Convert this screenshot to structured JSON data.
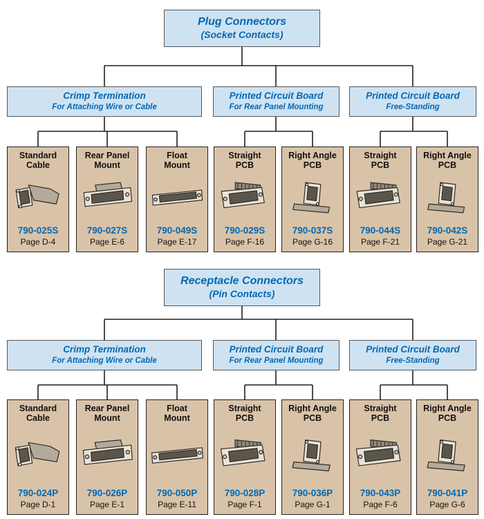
{
  "colors": {
    "blue_text": "#0069b4",
    "box_bg": "#cfe2f1",
    "box_border": "#55565a",
    "card_bg": "#d9c3a8",
    "card_border": "#231f20",
    "line": "#231f20"
  },
  "sections": [
    {
      "title": "Plug Connectors",
      "subtitle": "(Socket Contacts)",
      "categories": [
        {
          "title": "Crimp Termination",
          "subtitle": "For Attaching Wire or Cable"
        },
        {
          "title": "Printed Circuit Board",
          "subtitle": "For Rear Panel Mounting"
        },
        {
          "title": "Printed Circuit Board",
          "subtitle": "Free-Standing"
        }
      ],
      "cards": [
        {
          "title1": "Standard",
          "title2": "Cable",
          "part": "790-025S",
          "page": "Page D-4",
          "icon": "standard-cable-connector"
        },
        {
          "title1": "Rear Panel",
          "title2": "Mount",
          "part": "790-027S",
          "page": "Page E-6",
          "icon": "rear-panel-mount-connector"
        },
        {
          "title1": "Float",
          "title2": "Mount",
          "part": "790-049S",
          "page": "Page E-17",
          "icon": "float-mount-connector"
        },
        {
          "title1": "Straight",
          "title2": "PCB",
          "part": "790-029S",
          "page": "Page F-16",
          "icon": "straight-pcb-connector"
        },
        {
          "title1": "Right Angle",
          "title2": "PCB",
          "part": "790-037S",
          "page": "Page G-16",
          "icon": "right-angle-pcb-connector"
        },
        {
          "title1": "Straight",
          "title2": "PCB",
          "part": "790-044S",
          "page": "Page F-21",
          "icon": "straight-pcb-connector"
        },
        {
          "title1": "Right Angle",
          "title2": "PCB",
          "part": "790-042S",
          "page": "Page G-21",
          "icon": "right-angle-pcb-connector"
        }
      ]
    },
    {
      "title": "Receptacle Connectors",
      "subtitle": "(Pin Contacts)",
      "categories": [
        {
          "title": "Crimp Termination",
          "subtitle": "For Attaching Wire or Cable"
        },
        {
          "title": "Printed Circuit Board",
          "subtitle": "For Rear Panel Mounting"
        },
        {
          "title": "Printed Circuit Board",
          "subtitle": "Free-Standing"
        }
      ],
      "cards": [
        {
          "title1": "Standard",
          "title2": "Cable",
          "part": "790-024P",
          "page": "Page D-1",
          "icon": "standard-cable-connector"
        },
        {
          "title1": "Rear Panel",
          "title2": "Mount",
          "part": "790-026P",
          "page": "Page E-1",
          "icon": "rear-panel-mount-connector"
        },
        {
          "title1": "Float",
          "title2": "Mount",
          "part": "790-050P",
          "page": "Page E-11",
          "icon": "float-mount-connector"
        },
        {
          "title1": "Straight",
          "title2": "PCB",
          "part": "790-028P",
          "page": "Page F-1",
          "icon": "straight-pcb-connector"
        },
        {
          "title1": "Right Angle",
          "title2": "PCB",
          "part": "790-036P",
          "page": "Page G-1",
          "icon": "right-angle-pcb-connector"
        },
        {
          "title1": "Straight",
          "title2": "PCB",
          "part": "790-043P",
          "page": "Page F-6",
          "icon": "straight-pcb-connector"
        },
        {
          "title1": "Right Angle",
          "title2": "PCB",
          "part": "790-041P",
          "page": "Page G-6",
          "icon": "right-angle-pcb-connector"
        }
      ]
    }
  ]
}
